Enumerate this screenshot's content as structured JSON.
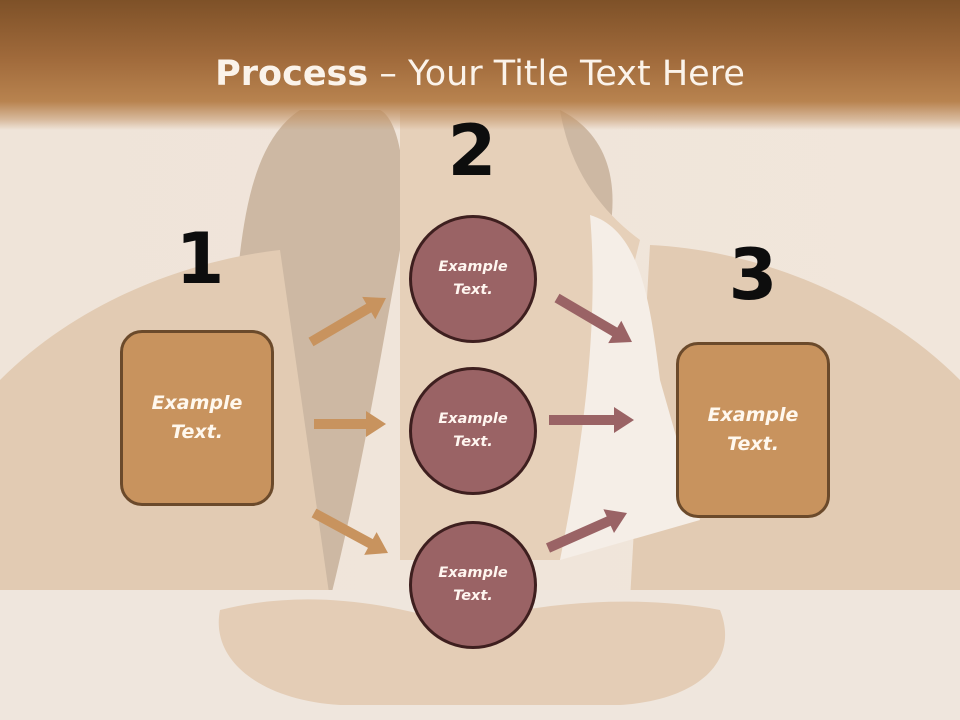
{
  "slide": {
    "title_bold": "Process",
    "title_rest": " – Your Title Text Here",
    "step_numbers": [
      "1",
      "2",
      "3"
    ],
    "left_box": "Example\nText.",
    "circles": [
      "Example\nText.",
      "Example\nText.",
      "Example\nText."
    ],
    "right_box": "Example\nText."
  },
  "colors": {
    "title_bar": "#8a5a2e",
    "box_fill": "#c8935e",
    "box_border": "#6b4a2b",
    "circle_fill": "#9a6365",
    "circle_border": "#3e1f1f",
    "arrow_tan": "#c8935e",
    "arrow_mauve": "#9a6365"
  },
  "background": "faded photo of a woman seated at a table with folded hands"
}
